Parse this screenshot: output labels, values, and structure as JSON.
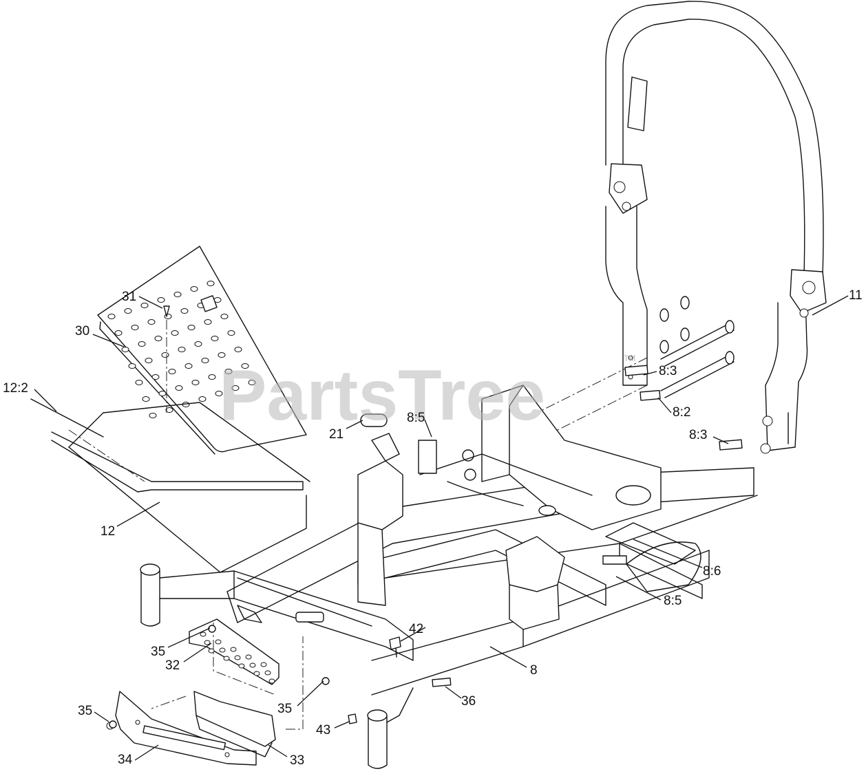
{
  "watermark": {
    "text": "PartsTree",
    "tm": "TM"
  },
  "callouts": [
    {
      "id": "c31",
      "text": "31"
    },
    {
      "id": "c30",
      "text": "30"
    },
    {
      "id": "c12_2",
      "text": "12:2"
    },
    {
      "id": "c12",
      "text": "12"
    },
    {
      "id": "c21",
      "text": "21"
    },
    {
      "id": "c8_5a",
      "text": "8:5"
    },
    {
      "id": "c8_3a",
      "text": "8:3"
    },
    {
      "id": "c8_2",
      "text": "8:2"
    },
    {
      "id": "c8_3b",
      "text": "8:3"
    },
    {
      "id": "c11",
      "text": "11"
    },
    {
      "id": "c8_6",
      "text": "8:6"
    },
    {
      "id": "c8_5b",
      "text": "8:5"
    },
    {
      "id": "c8",
      "text": "8"
    },
    {
      "id": "c42",
      "text": "42"
    },
    {
      "id": "c35a",
      "text": "35"
    },
    {
      "id": "c32",
      "text": "32"
    },
    {
      "id": "c35b",
      "text": "35"
    },
    {
      "id": "c36",
      "text": "36"
    },
    {
      "id": "c35c",
      "text": "35"
    },
    {
      "id": "c43",
      "text": "43"
    },
    {
      "id": "c34",
      "text": "34"
    },
    {
      "id": "c33",
      "text": "33"
    }
  ]
}
